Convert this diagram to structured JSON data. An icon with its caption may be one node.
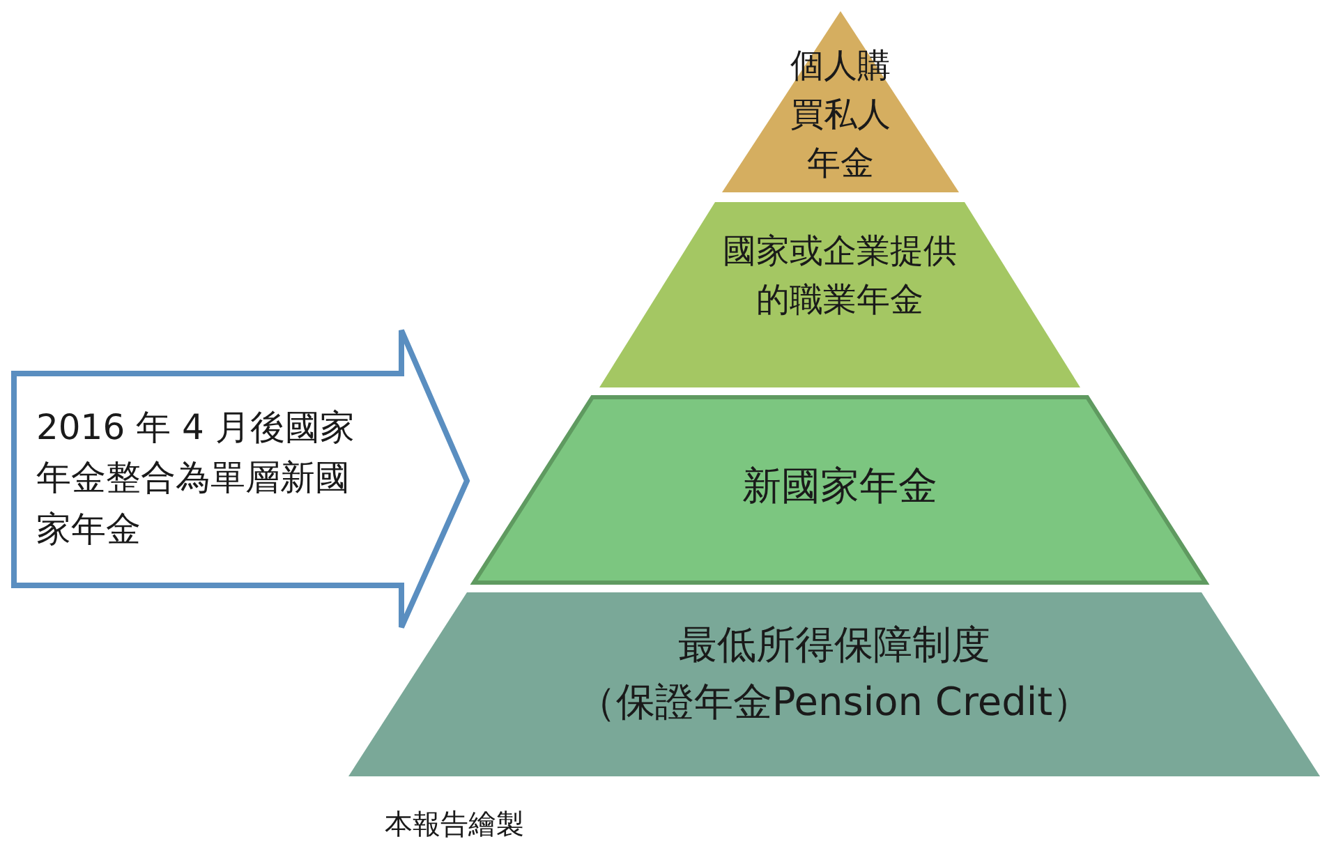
{
  "diagram": {
    "nodes": [
      {
        "text": [
          "個人購買私人年金"
        ]
      },
      {
        "text": [
          "國家或企業提供的職業年金"
        ]
      },
      {
        "text": [
          "新國家年金"
        ]
      },
      {
        "text": [
          "最低所得保障制度",
          "（保證年金Pension Credit）"
        ]
      },
      {
        "text": [
          "2016 年 4 月後國家年金整合為單層新國家年金"
        ]
      }
    ],
    "edges": [],
    "labels": [
      "本報告繪製"
    ]
  }
}
